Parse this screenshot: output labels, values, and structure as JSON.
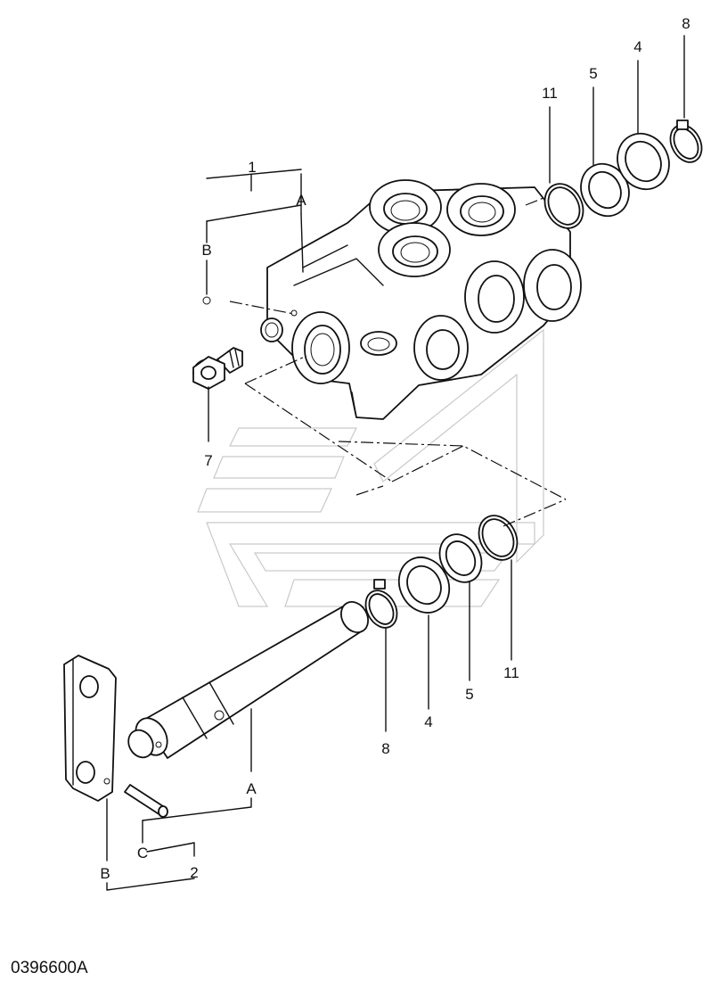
{
  "diagram": {
    "drawing_number": "0396600A",
    "callouts": {
      "group_top": "1",
      "group_bottom": "2",
      "ref_a": "A",
      "ref_b": "B",
      "ref_c": "C",
      "plug": "7",
      "oring": "11",
      "backup_ring": "5",
      "washer": "4",
      "snap_ring": "8"
    }
  }
}
